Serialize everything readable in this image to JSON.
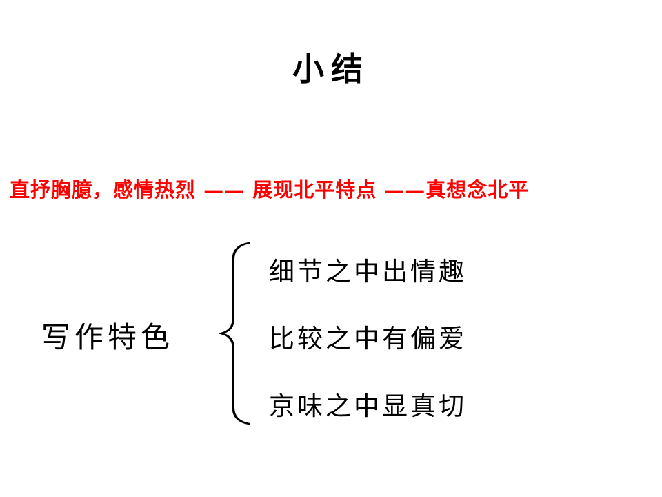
{
  "slide": {
    "title": "小结",
    "red_line": "直抒胸臆，感情热烈 —— 展现北平特点 ——真想念北平",
    "left_label": "写作特色",
    "brace_items": [
      "细节之中出情趣",
      "比较之中有偏爱",
      "京味之中显真切"
    ],
    "colors": {
      "accent_red": "#ff0000",
      "text_black": "#000000",
      "background": "#ffffff"
    }
  }
}
